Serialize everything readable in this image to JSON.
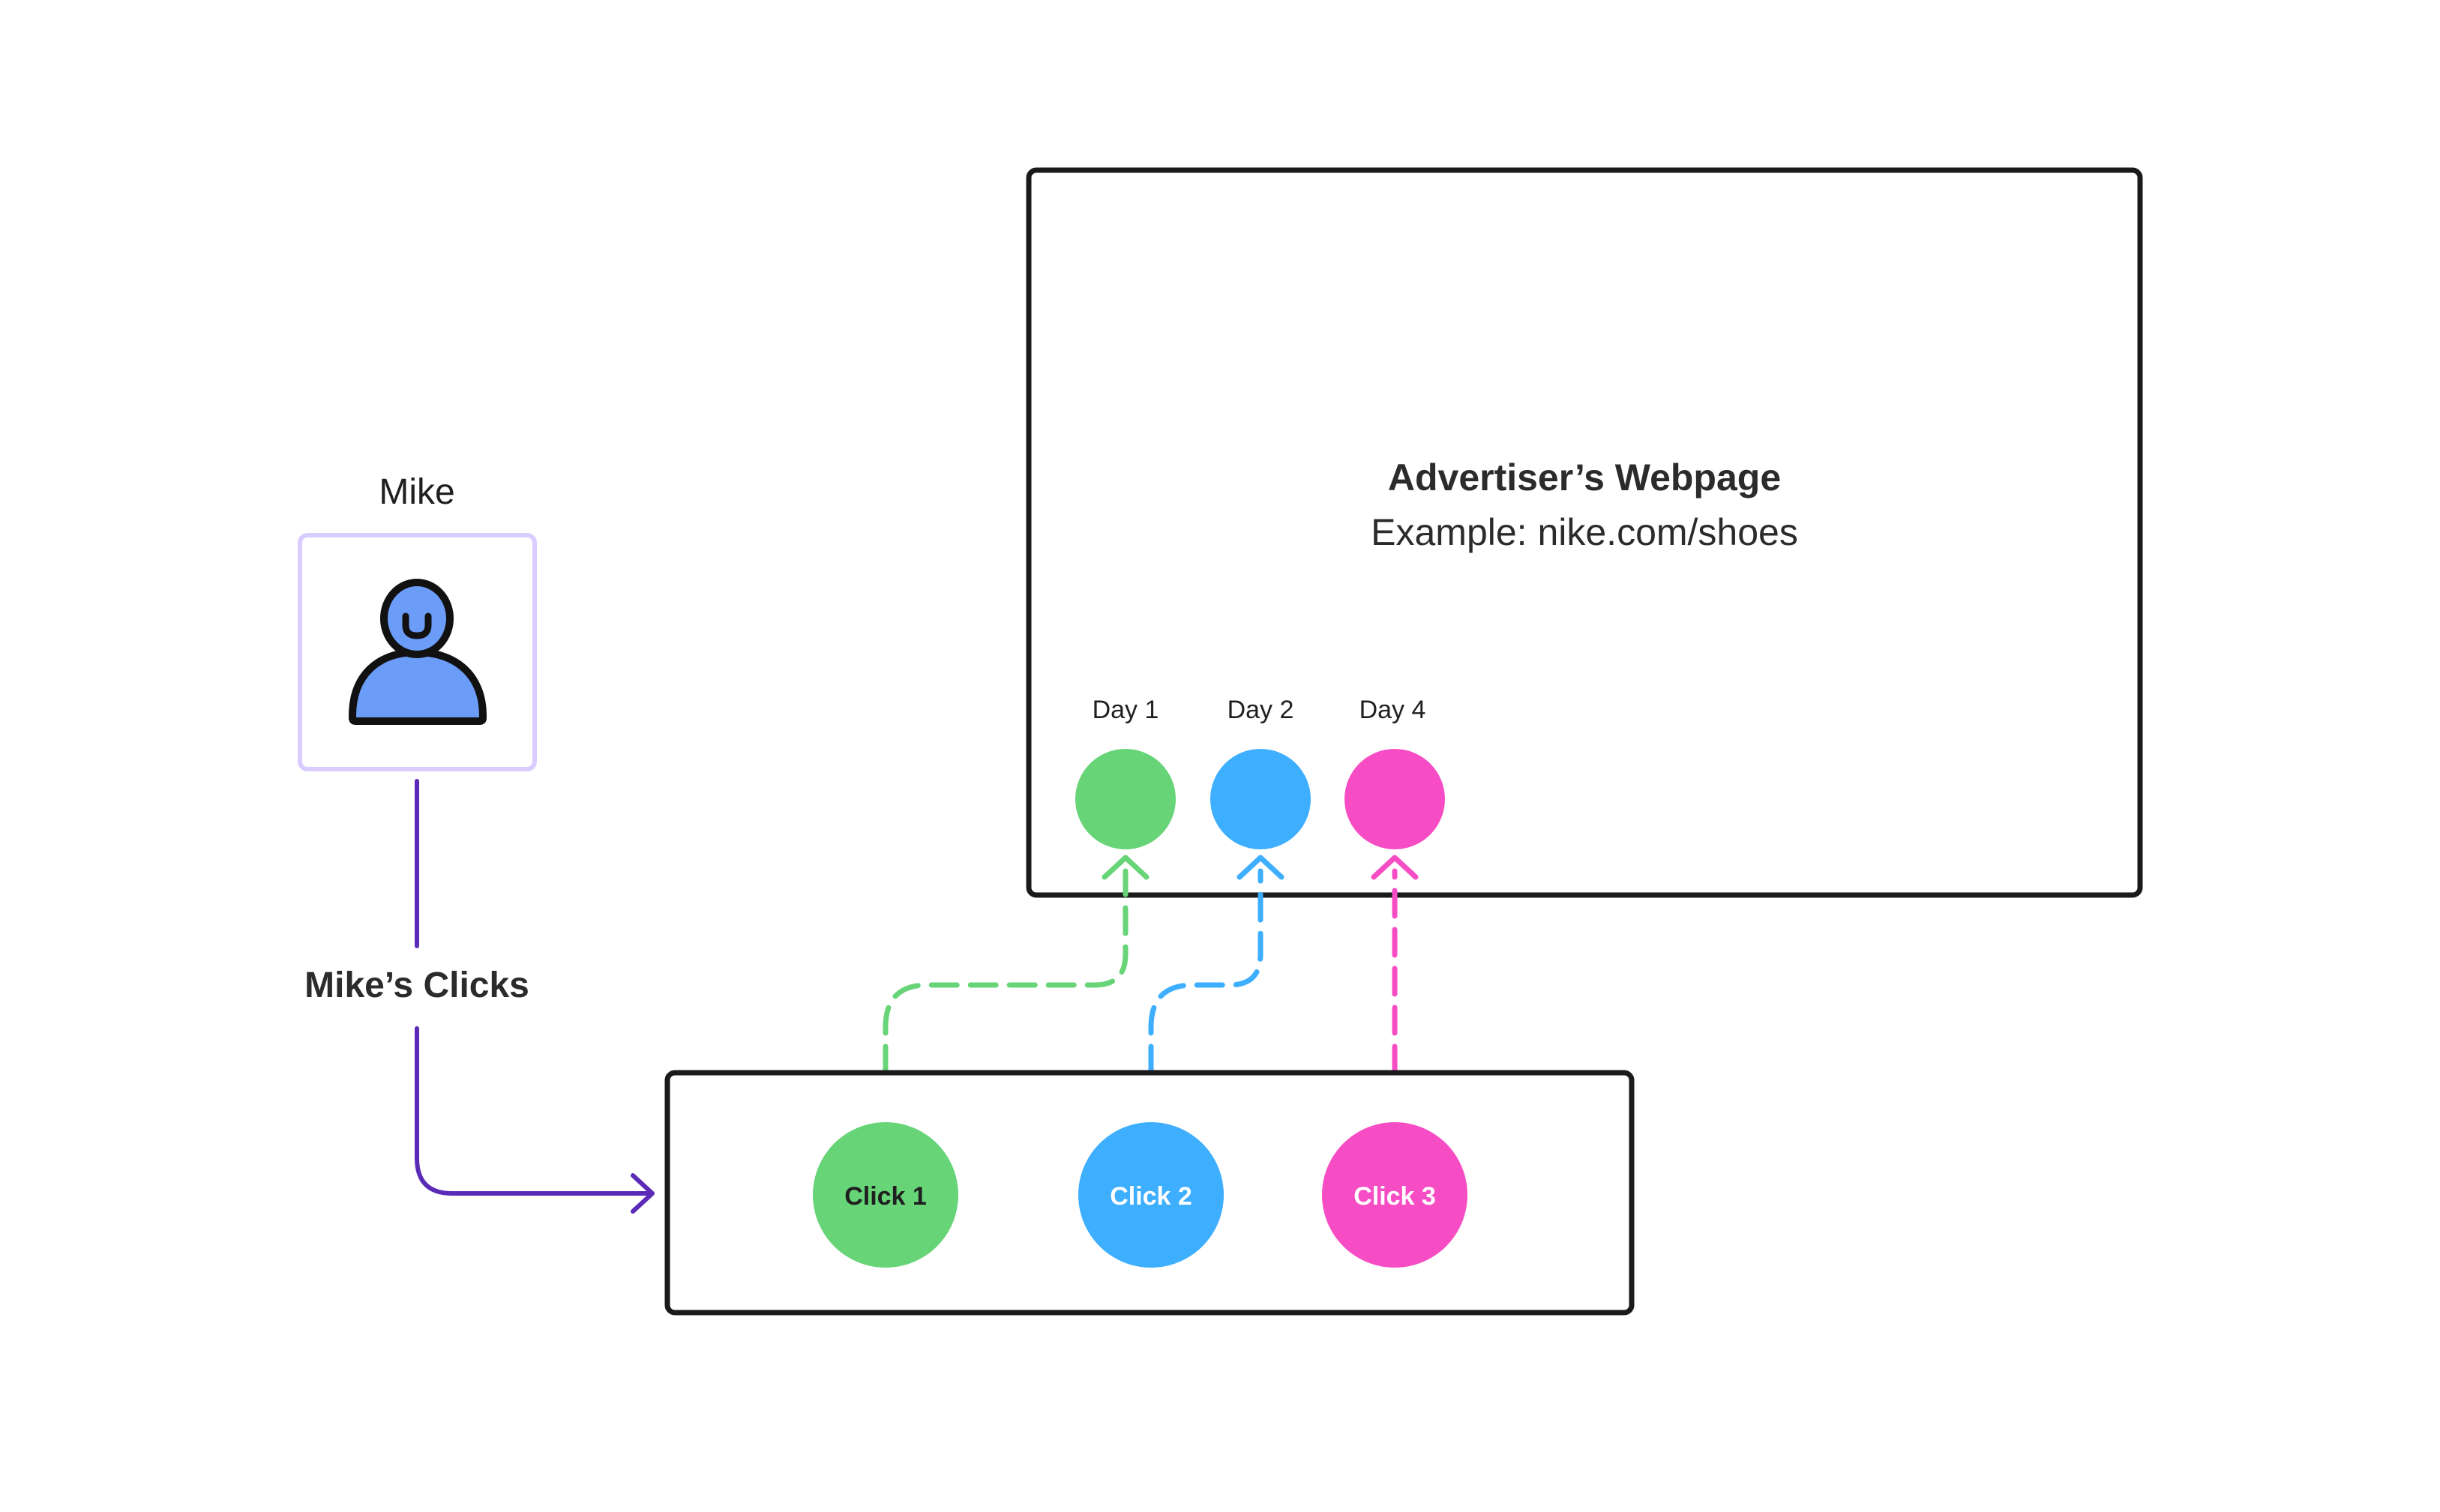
{
  "user": {
    "name": "Mike",
    "icon": "person-icon",
    "icon_color": "#6b9cf7",
    "frame_color": "#d9ccff"
  },
  "connector": {
    "label": "Mike’s Clicks",
    "color": "#5b2bb8"
  },
  "webpage": {
    "title": "Advertiser’s Webpage",
    "example": "Example: nike.com/shoes"
  },
  "visits": [
    {
      "label": "Day 1",
      "color": "#66d477"
    },
    {
      "label": "Day 2",
      "color": "#3eaeff"
    },
    {
      "label": "Day 4",
      "color": "#f74dc4"
    }
  ],
  "clicks": [
    {
      "label": "Click 1",
      "color": "#66d477",
      "text_color": "#1f1f1f"
    },
    {
      "label": "Click 2",
      "color": "#3eaeff",
      "text_color": "#ffffff"
    },
    {
      "label": "Click 3",
      "color": "#f74dc4",
      "text_color": "#ffffff"
    }
  ]
}
